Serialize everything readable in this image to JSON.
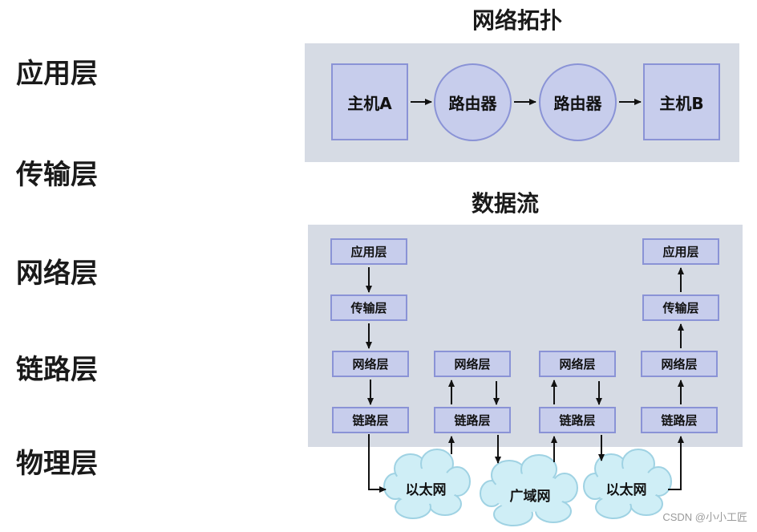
{
  "layers": [
    "应用层",
    "传输层",
    "网络层",
    "链路层",
    "物理层"
  ],
  "topology": {
    "title": "网络拓扑",
    "host_a": "主机A",
    "router_1": "路由器",
    "router_2": "路由器",
    "host_b": "主机B"
  },
  "dataflow": {
    "title": "数据流",
    "left_stack": [
      "应用层",
      "传输层",
      "网络层",
      "链路层"
    ],
    "router1_stack": [
      "网络层",
      "链路层"
    ],
    "router2_stack": [
      "网络层",
      "链路层"
    ],
    "right_stack": [
      "应用层",
      "传输层",
      "网络层",
      "链路层"
    ],
    "clouds": [
      "以太网",
      "广域网",
      "以太网"
    ]
  },
  "watermark": "CSDN @小小工匠",
  "colors": {
    "panel": "#d6dbe4",
    "node_fill": "#c7cdec",
    "node_border": "#8a93d6",
    "cloud_fill": "#cfeef6",
    "cloud_border": "#9fd2e3"
  }
}
